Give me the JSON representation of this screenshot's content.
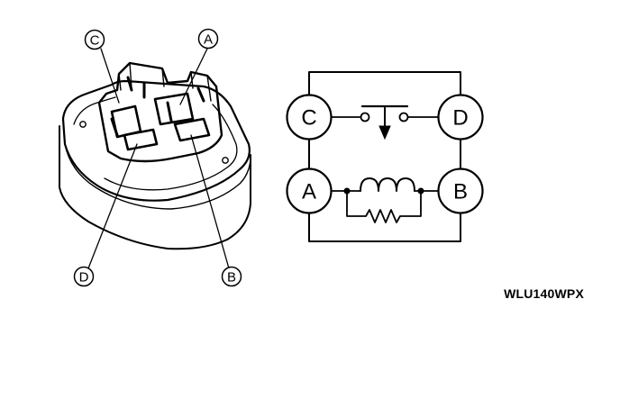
{
  "relay_illustration": {
    "callouts": [
      "C",
      "A",
      "D",
      "B"
    ]
  },
  "schematic": {
    "terminals": [
      "C",
      "D",
      "A",
      "B"
    ]
  },
  "figure_code": "WLU140WPX",
  "colors": {
    "ink": "#000000",
    "paper": "#ffffff"
  }
}
